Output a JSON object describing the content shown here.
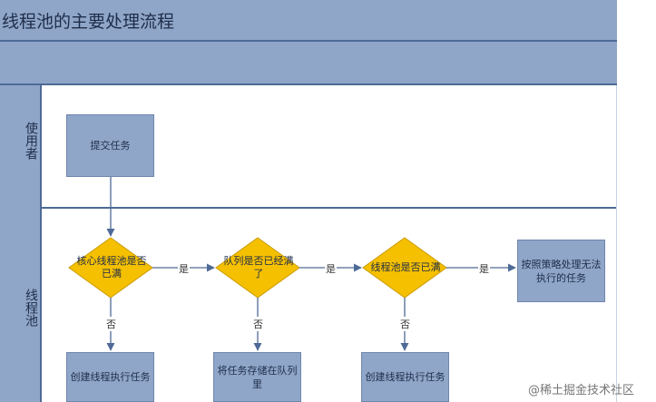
{
  "title": "线程池的主要处理流程",
  "lanes": [
    {
      "label": "使用者"
    },
    {
      "label": "线程池"
    }
  ],
  "nodes": {
    "submit": "提交任务",
    "d1": "核心线程池是否已满",
    "d2": "队列是否已经满了",
    "d3": "线程池是否已满",
    "reject": "按照策略处理无法执行的任务",
    "create1": "创建线程执行任务",
    "enqueue": "将任务存储在队列里",
    "create2": "创建线程执行任务"
  },
  "edge_labels": {
    "yes": "是",
    "no": "否"
  },
  "watermark": "@稀土掘金技术社区",
  "colors": {
    "lane_header": "#8fa6c8",
    "lane_border": "#4e6a97",
    "decision_fill": "#f5c000",
    "process_fill": "#8fa6c8",
    "connector": "#4e6a97"
  },
  "icons": [
    "arrowhead-icon"
  ]
}
